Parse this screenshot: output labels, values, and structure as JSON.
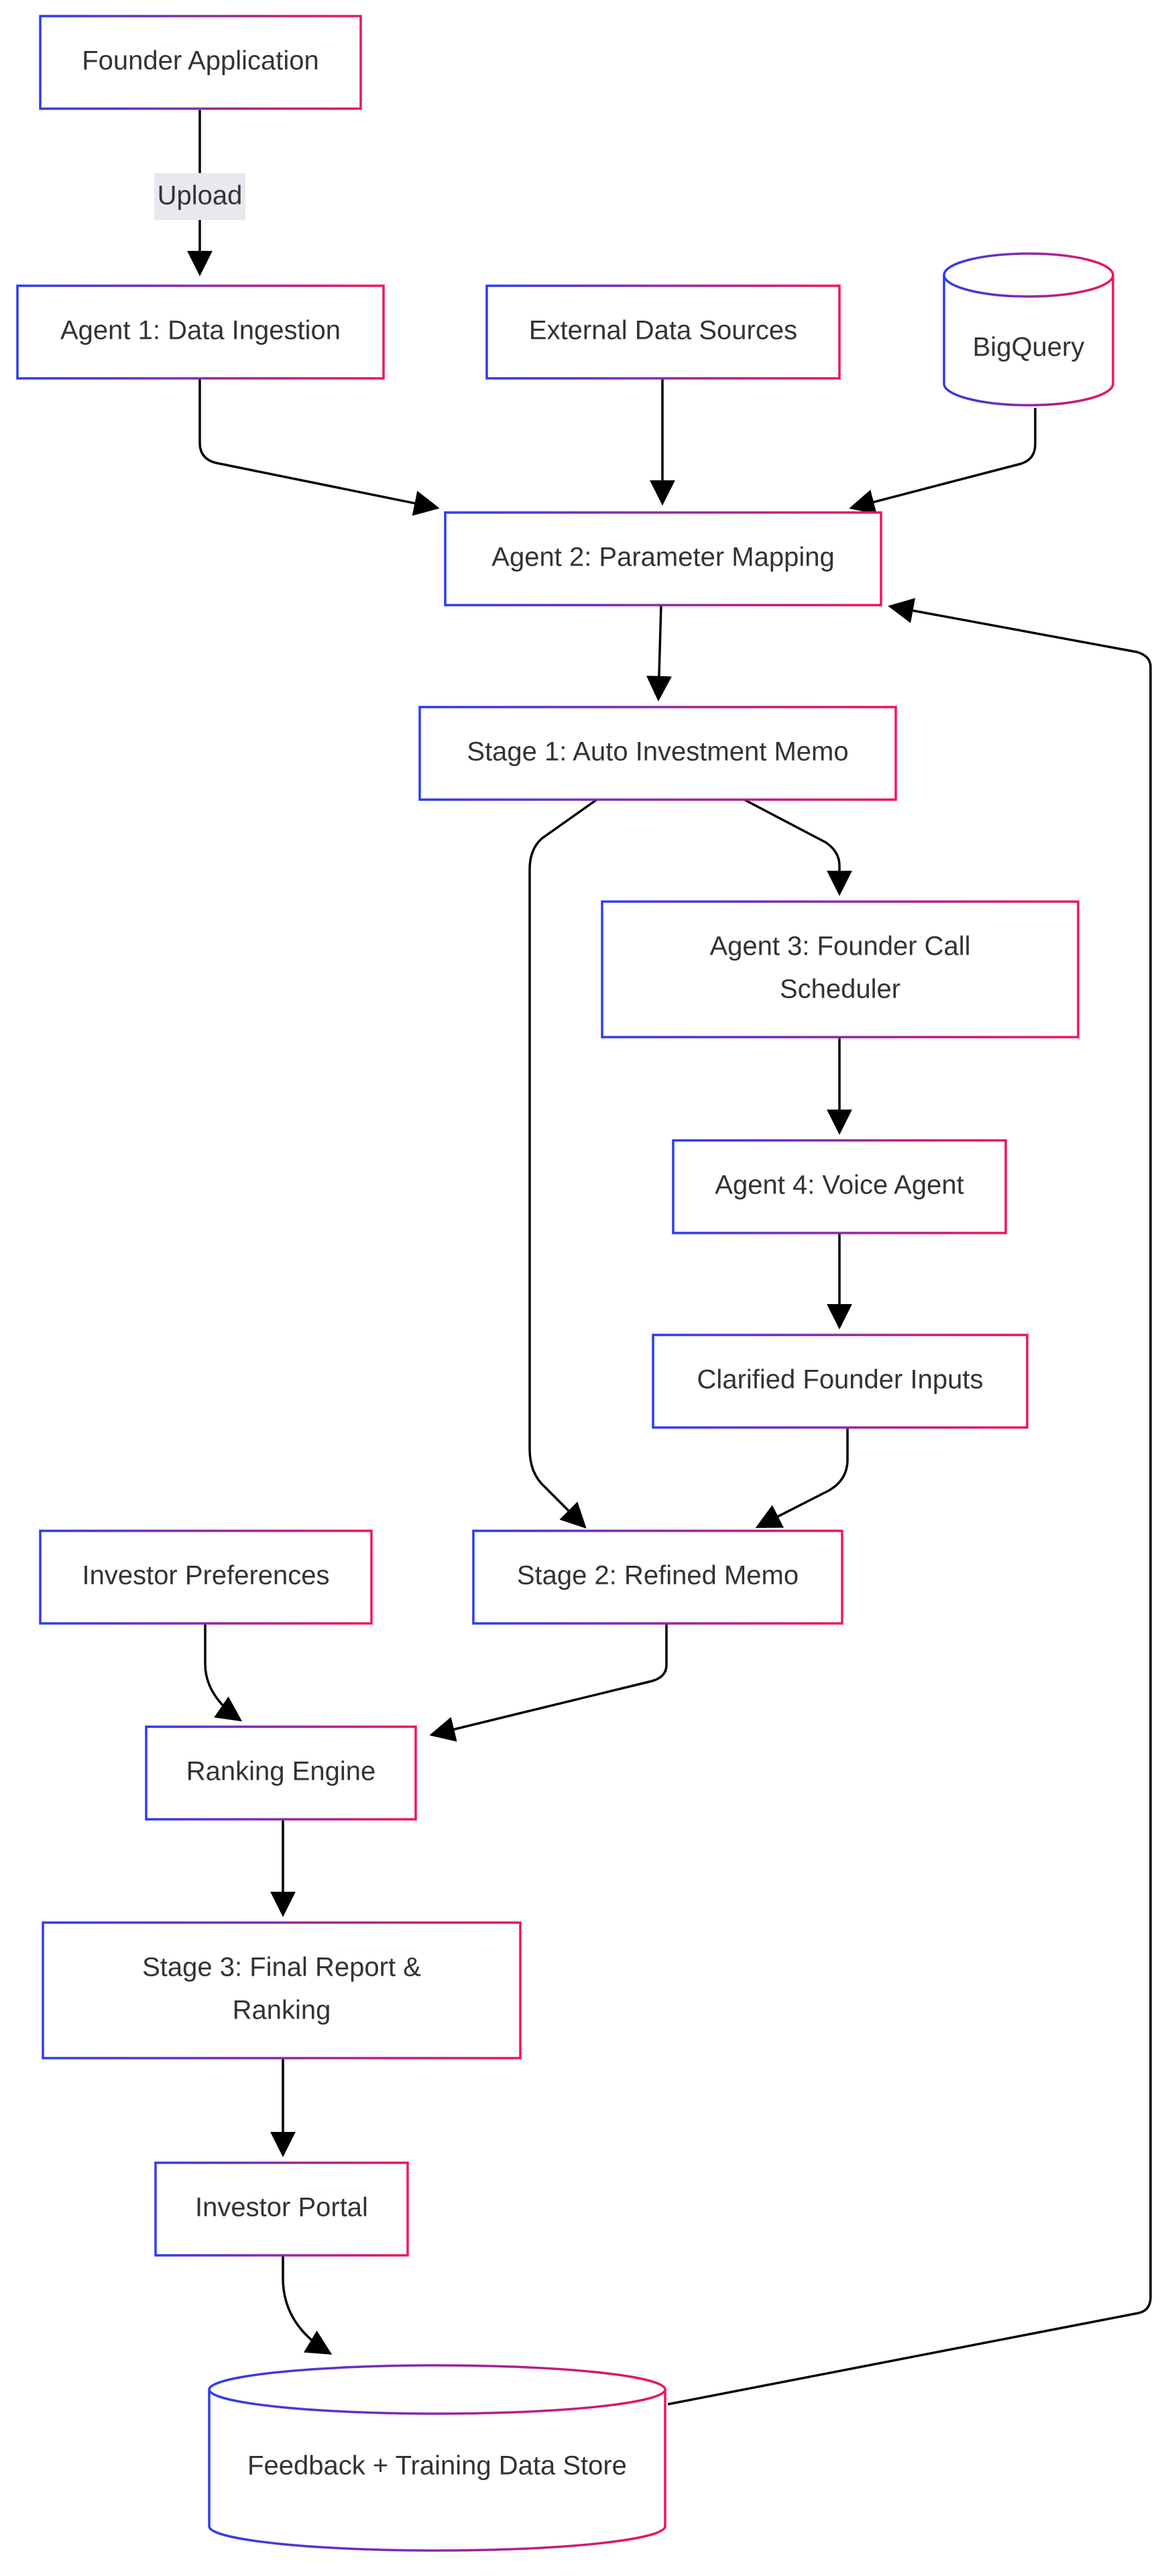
{
  "colors": {
    "border_start": "#2b3cf0",
    "border_end": "#f0145a",
    "edge": "#000000",
    "label_bg": "#e8e8f0",
    "text": "#333333"
  },
  "nodes": {
    "founder_application": "Founder Application",
    "agent1": "Agent 1: Data Ingestion",
    "external_sources": "External Data Sources",
    "bigquery": "BigQuery",
    "agent2": "Agent 2: Parameter Mapping",
    "stage1": "Stage 1: Auto Investment Memo",
    "agent3_line1": "Agent 3: Founder Call",
    "agent3_line2": "Scheduler",
    "agent4": "Agent 4: Voice Agent",
    "clarified_inputs": "Clarified Founder Inputs",
    "investor_preferences": "Investor Preferences",
    "stage2": "Stage 2: Refined Memo",
    "ranking_engine": "Ranking Engine",
    "stage3_line1": "Stage 3: Final Report &",
    "stage3_line2": "Ranking",
    "investor_portal": "Investor Portal",
    "feedback_store": "Feedback + Training Data Store"
  },
  "edges": {
    "upload_label": "Upload"
  }
}
